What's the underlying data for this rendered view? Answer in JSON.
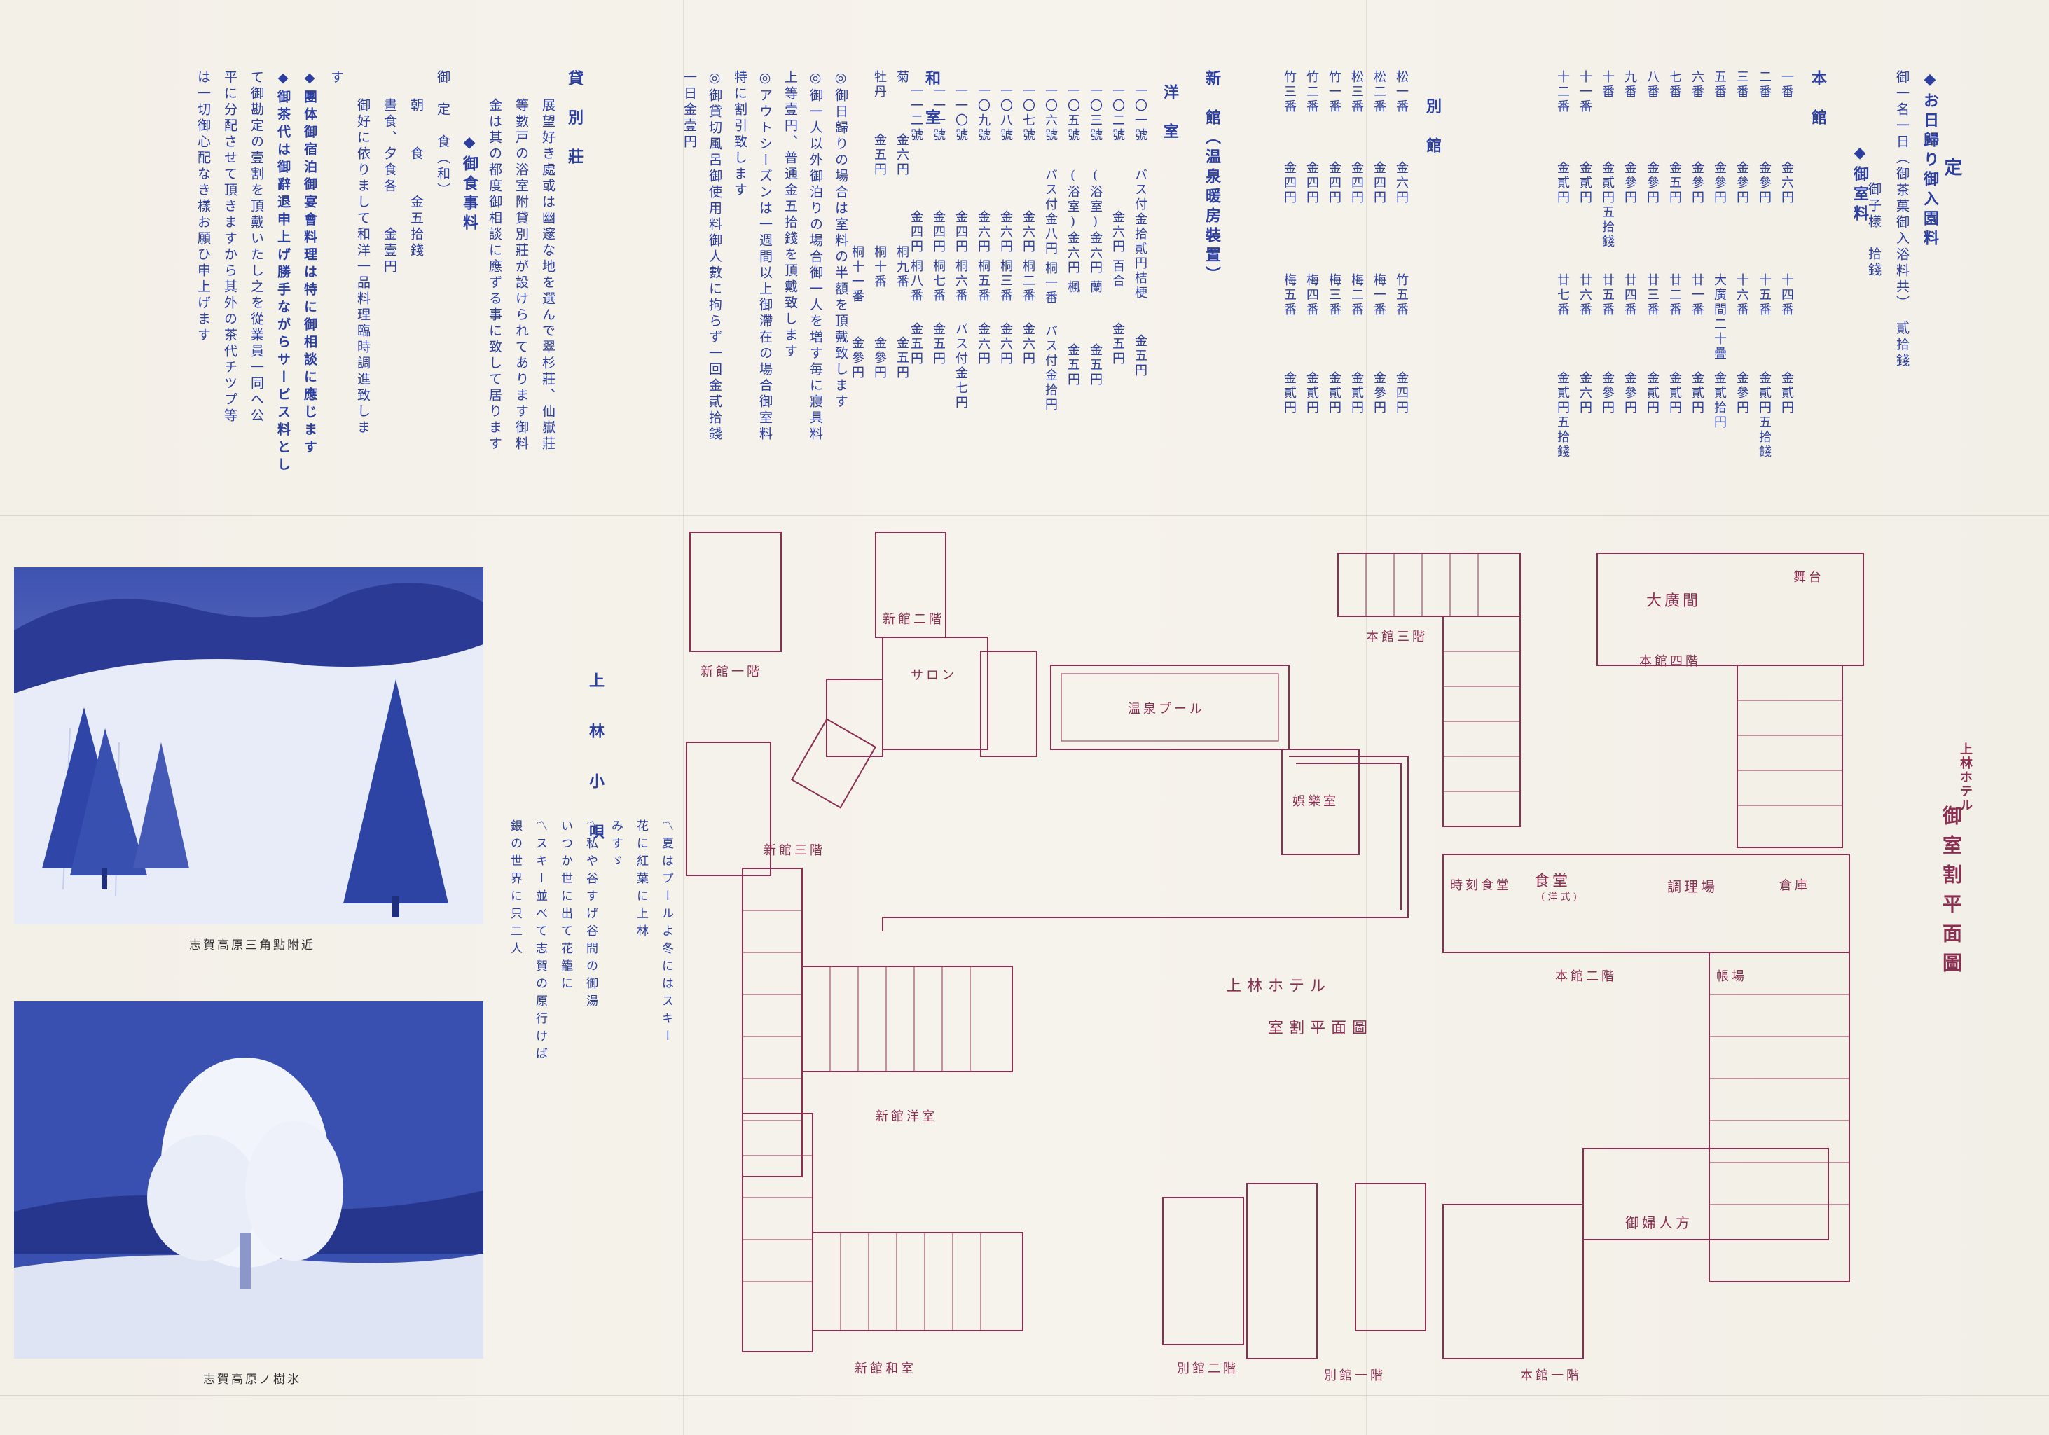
{
  "title": "定",
  "admission": {
    "heading": "◆お日歸り御入園料",
    "line1": "御一名一日（御茶菓御入浴料共）　貳拾錢",
    "line2": "御子樣　拾錢"
  },
  "room_rates_heading": "◆御室料",
  "honkan": {
    "label": "本　館",
    "rows": [
      [
        "一番",
        "金六円",
        "十四番",
        "金貳円"
      ],
      [
        "二番",
        "金參円",
        "十五番",
        "金貳円五拾錢"
      ],
      [
        "三番",
        "金參円",
        "十六番",
        "金參円"
      ],
      [
        "五番",
        "金參円",
        "大廣間二十疊",
        "金貳拾円"
      ],
      [
        "六番",
        "金參円",
        "廿一番",
        "金貳円"
      ],
      [
        "七番",
        "金五円",
        "廿二番",
        "金貳円"
      ],
      [
        "八番",
        "金參円",
        "廿三番",
        "金貳円"
      ],
      [
        "九番",
        "金參円",
        "廿四番",
        "金參円"
      ],
      [
        "十番",
        "金貳円五拾錢",
        "廿五番",
        "金參円"
      ],
      [
        "十一番",
        "金貳円",
        "廿六番",
        "金六円"
      ],
      [
        "十二番",
        "金貳円",
        "廿七番",
        "金貳円五拾錢"
      ]
    ]
  },
  "bekkan": {
    "label": "別　館",
    "rows": [
      [
        "松一番",
        "金六円",
        "竹五番",
        "金四円"
      ],
      [
        "松二番",
        "金四円",
        "梅一番",
        "金參円"
      ],
      [
        "松三番",
        "金四円",
        "梅二番",
        "金貳円"
      ],
      [
        "竹一番",
        "金四円",
        "梅三番",
        "金貳円"
      ],
      [
        "竹二番",
        "金四円",
        "梅四番",
        "金貳円"
      ],
      [
        "竹三番",
        "金四円",
        "梅五番",
        "金貳円"
      ]
    ]
  },
  "shinkan": {
    "label": "新　館（温泉暖房裝置）",
    "western_label": "洋　室",
    "western_rows": [
      [
        "一〇一號",
        "バス付",
        "金拾貳円",
        "桔梗",
        "金五円"
      ],
      [
        "一〇二號",
        "",
        "金六円",
        "百合",
        "金五円"
      ],
      [
        "一〇三號",
        "(浴室)",
        "金六円",
        "蘭",
        "金五円"
      ],
      [
        "一〇五號",
        "(浴室)",
        "金六円",
        "楓",
        "金五円"
      ],
      [
        "一〇六號",
        "バス付",
        "金八円",
        "桐一番",
        "バス付",
        "金拾円"
      ],
      [
        "一〇七號",
        "",
        "金六円",
        "桐二番",
        "金六円"
      ],
      [
        "一〇八號",
        "",
        "金六円",
        "桐三番",
        "金六円"
      ],
      [
        "一〇九號",
        "",
        "金六円",
        "桐五番",
        "金六円"
      ],
      [
        "一一〇號",
        "",
        "金四円",
        "桐六番",
        "バス付",
        "金七円"
      ],
      [
        "一一一號",
        "",
        "金四円",
        "桐七番",
        "金五円"
      ],
      [
        "一一二號",
        "",
        "金四円",
        "桐八番",
        "金五円"
      ]
    ],
    "japanese_label": "和　室",
    "japanese_rows": [
      [
        "菊",
        "金六円",
        "桐九番",
        "金五円"
      ],
      [
        "牡丹",
        "金五円",
        "桐十番",
        "金參円"
      ],
      [
        "",
        "",
        "桐十一番",
        "金參円"
      ]
    ]
  },
  "notes": [
    "◎御日歸りの場合は室料の半額を頂戴致します",
    "◎御一人以外御泊りの場合御一人を増す毎に寢具料",
    "上等壹円、普通金五拾錢を頂戴致します",
    "◎アウトシーズンは一週間以上御滯在の場合御室料",
    "特に割引致します",
    "◎御貸切風呂御使用料御人數に拘らず一回金貳拾錢",
    "一日金壹円"
  ],
  "villa": {
    "heading": "貸　別　莊",
    "lines": [
      "展望好き處或は幽邃な地を選んで翠杉莊、仙嶽莊",
      "等數戸の浴室附貸別莊が設けられてあります御料",
      "金は其の都度御相談に應ずる事に致して居ります"
    ]
  },
  "meals": {
    "heading": "◆御食事料",
    "set_label": "御　定　食（和）",
    "breakfast": "朝　　食　　金五拾錢",
    "lunch_dinner": "晝食、夕食各　　金壹円",
    "note1": "御好に依りまして和洋一品料理臨時調進致しま",
    "note2": "す",
    "group": "◆團体御宿泊御宴會料理は特に御相談に應じます",
    "tea1": "◆御茶代は御辭退申上げ勝手ながらサービス料とし",
    "tea2": "て御勘定の壹割を頂戴いたし之を從業員一同へ公",
    "tea3": "平に分配させて頂きますから其外の茶代チツプ等",
    "tea4": "は一切御心配なき樣お願ひ申上げます"
  },
  "song": {
    "title": "上　林　小　唄",
    "lines": [
      "〽夏はプールよ冬にはスキー",
      "花に紅葉に上林",
      "みすゞ",
      "〽私や谷すげ谷間の御湯",
      "いつか世に出て花籠に",
      "〽スキー並べて志賀の原行けば",
      "銀の世界に只二人"
    ]
  },
  "photos": [
    {
      "caption": "志賀高原三角點附近"
    },
    {
      "caption": "志賀高原ノ樹氷"
    }
  ],
  "plan": {
    "hotel_name": "上林ホテル",
    "title": "御室割平面圖",
    "center_title1": "上林ホテル",
    "center_title2": "室割平面圖",
    "labels": {
      "shinkan_1f": "新館一階",
      "shinkan_2f": "新館二階",
      "shinkan_3f": "新館三階",
      "shinkan_western": "新館洋室",
      "shinkan_japanese": "新館和室",
      "honkan_1f": "本館一階",
      "honkan_2f": "本館二階",
      "honkan_3f": "本館三階",
      "honkan_4f": "本館四階",
      "bekkan_1f": "別館一階",
      "bekkan_2f": "別館二階",
      "pool": "温泉プール",
      "salon": "サロン",
      "lounge": "娯樂室",
      "dining_jp": "時刻食堂",
      "dining": "食堂",
      "dining_sub": "(洋式)",
      "kitchen": "調理場",
      "big_hall": "大廣間",
      "stage": "舞台",
      "baths": "御婦人方",
      "office": "帳場",
      "warehouse": "倉庫"
    }
  }
}
